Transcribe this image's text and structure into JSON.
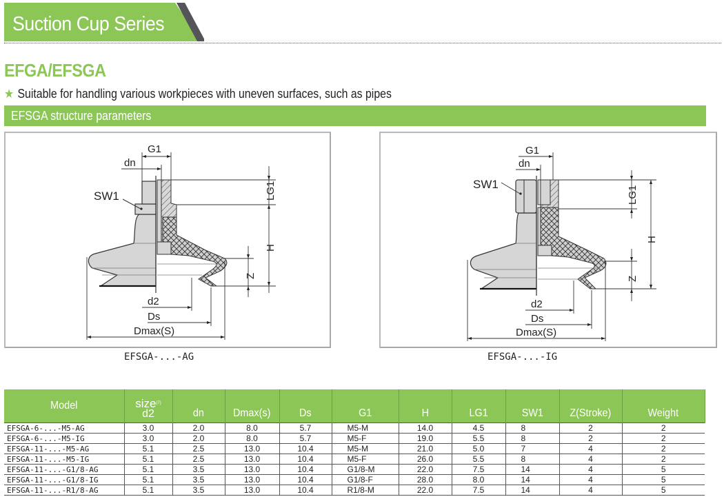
{
  "banner": {
    "title": "Suction Cup Series",
    "colors": {
      "green": "#8cc657",
      "dark": "#555559"
    }
  },
  "product": {
    "title": "EFGA/EFSGA",
    "feature_icon": "star-icon",
    "feature": "Suitable for handling various workpieces with uneven surfaces, such as pipes"
  },
  "section": {
    "title": "EFSGA structure parameters"
  },
  "diagrams": [
    {
      "caption": "EFSGA-...-AG",
      "labels": {
        "g1": "G1",
        "dn": "dn",
        "sw1": "SW1",
        "lg1": "LG1",
        "h": "H",
        "z": "Z",
        "d2": "d2",
        "ds": "Ds",
        "dmax": "Dmax(S)"
      }
    },
    {
      "caption": "EFSGA-...-IG",
      "labels": {
        "g1": "G1",
        "dn": "dn",
        "sw1": "SW1",
        "lg1": "LG1",
        "h": "H",
        "z": "Z",
        "d2": "d2",
        "ds": "Ds",
        "dmax": "Dmax(S)"
      }
    }
  ],
  "table": {
    "headers": {
      "model": "Model",
      "size": "size",
      "size_note": "(7)",
      "d2": "d2",
      "dn": "dn",
      "dmax": "Dmax(s)",
      "ds": "Ds",
      "g1": "G1",
      "h": "H",
      "lg1": "LG1",
      "sw1": "SW1",
      "z": "Z(Stroke)",
      "weight": "Weight"
    },
    "rows": [
      {
        "model": "EFSGA-6-...-M5-AG",
        "d2": "3.0",
        "dn": "2.0",
        "dmax": "8.0",
        "ds": "5.7",
        "g1": "M5-M",
        "h": "14.0",
        "lg1": "4.5",
        "sw1": "8",
        "z": "2",
        "weight": "2"
      },
      {
        "model": "EFSGA-6-...-M5-IG",
        "d2": "3.0",
        "dn": "2.0",
        "dmax": "8.0",
        "ds": "5.7",
        "g1": "M5-F",
        "h": "19.0",
        "lg1": "5.5",
        "sw1": "8",
        "z": "2",
        "weight": "2"
      },
      {
        "model": "EFSGA-11-...-M5-AG",
        "d2": "5.1",
        "dn": "2.5",
        "dmax": "13.0",
        "ds": "10.4",
        "g1": "M5-M",
        "h": "21.0",
        "lg1": "5.0",
        "sw1": "7",
        "z": "4",
        "weight": "2"
      },
      {
        "model": "EFSGA-11-...-M5-IG",
        "d2": "5.1",
        "dn": "2.5",
        "dmax": "13.0",
        "ds": "10.4",
        "g1": "M5-F",
        "h": "26.0",
        "lg1": "5.5",
        "sw1": "8",
        "z": "4",
        "weight": "2"
      },
      {
        "model": "EFSGA-11-...-G1/8-AG",
        "d2": "5.1",
        "dn": "3.5",
        "dmax": "13.0",
        "ds": "10.4",
        "g1": "G1/8-M",
        "h": "22.0",
        "lg1": "7.5",
        "sw1": "14",
        "z": "4",
        "weight": "5"
      },
      {
        "model": "EFSGA-11-...-G1/8-IG",
        "d2": "5.1",
        "dn": "3.5",
        "dmax": "13.0",
        "ds": "10.4",
        "g1": "G1/8-F",
        "h": "28.0",
        "lg1": "8.0",
        "sw1": "14",
        "z": "4",
        "weight": "5"
      },
      {
        "model": "EFSGA-11-...-R1/8-AG",
        "d2": "5.1",
        "dn": "3.5",
        "dmax": "13.0",
        "ds": "10.4",
        "g1": "R1/8-M",
        "h": "22.0",
        "lg1": "7.5",
        "sw1": "14",
        "z": "4",
        "weight": "5"
      }
    ]
  }
}
